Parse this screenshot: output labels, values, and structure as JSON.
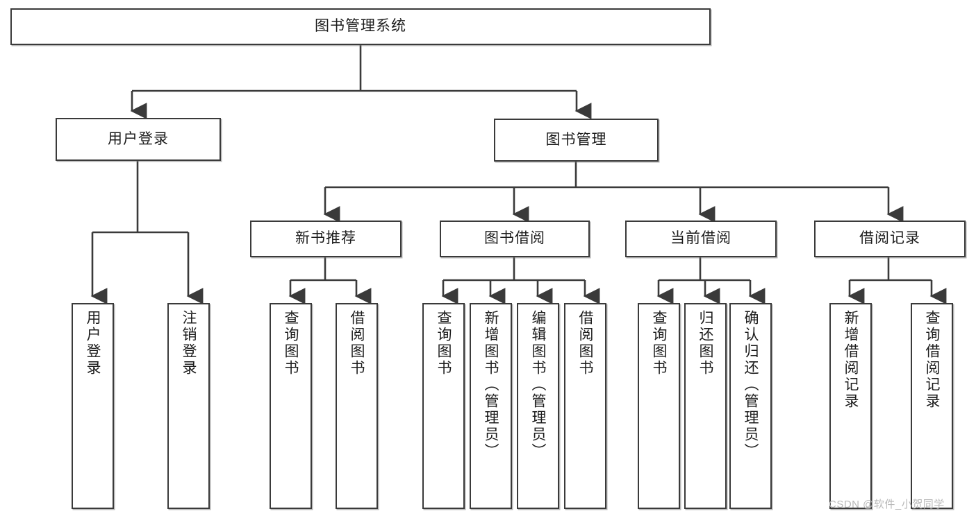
{
  "diagram": {
    "title": "图书管理系统",
    "type": "功能结构图",
    "watermark": "CSDN @软件_小贺同学",
    "colors": {
      "border": "#3a3a3a",
      "line": "#3a3a3a",
      "background": "#ffffff",
      "text": "#1c1c1c",
      "watermark": "#b9b9b9"
    },
    "levels": {
      "root": {
        "label": "图书管理系统"
      },
      "level2": [
        {
          "id": "user-login",
          "label": "用户登录"
        },
        {
          "id": "book-manage",
          "label": "图书管理"
        }
      ],
      "level3": [
        {
          "id": "new-book-rec",
          "label": "新书推荐",
          "parent": "book-manage"
        },
        {
          "id": "book-borrow",
          "label": "图书借阅",
          "parent": "book-manage"
        },
        {
          "id": "current-borrow",
          "label": "当前借阅",
          "parent": "book-manage"
        },
        {
          "id": "borrow-record",
          "label": "借阅记录",
          "parent": "book-manage"
        }
      ],
      "leaves": [
        {
          "id": "leaf-user-login",
          "label": "用户登录",
          "parent": "user-login"
        },
        {
          "id": "leaf-logout",
          "label": "注销登录",
          "parent": "user-login"
        },
        {
          "id": "leaf-query-book-1",
          "label": "查询图书",
          "parent": "new-book-rec"
        },
        {
          "id": "leaf-borrow-book-1",
          "label": "借阅图书",
          "parent": "new-book-rec"
        },
        {
          "id": "leaf-query-book-2",
          "label": "查询图书",
          "parent": "book-borrow"
        },
        {
          "id": "leaf-add-book",
          "label": "新增图书（管理员）",
          "parent": "book-borrow"
        },
        {
          "id": "leaf-edit-book",
          "label": "编辑图书（管理员）",
          "parent": "book-borrow"
        },
        {
          "id": "leaf-borrow-book-2",
          "label": "借阅图书",
          "parent": "book-borrow"
        },
        {
          "id": "leaf-query-book-3",
          "label": "查询图书",
          "parent": "current-borrow"
        },
        {
          "id": "leaf-return-book",
          "label": "归还图书",
          "parent": "current-borrow"
        },
        {
          "id": "leaf-confirm-return",
          "label": "确认归还（管理员）",
          "parent": "current-borrow"
        },
        {
          "id": "leaf-add-record",
          "label": "新增借阅记录",
          "parent": "borrow-record"
        },
        {
          "id": "leaf-query-record",
          "label": "查询借阅记录",
          "parent": "borrow-record"
        }
      ]
    }
  }
}
